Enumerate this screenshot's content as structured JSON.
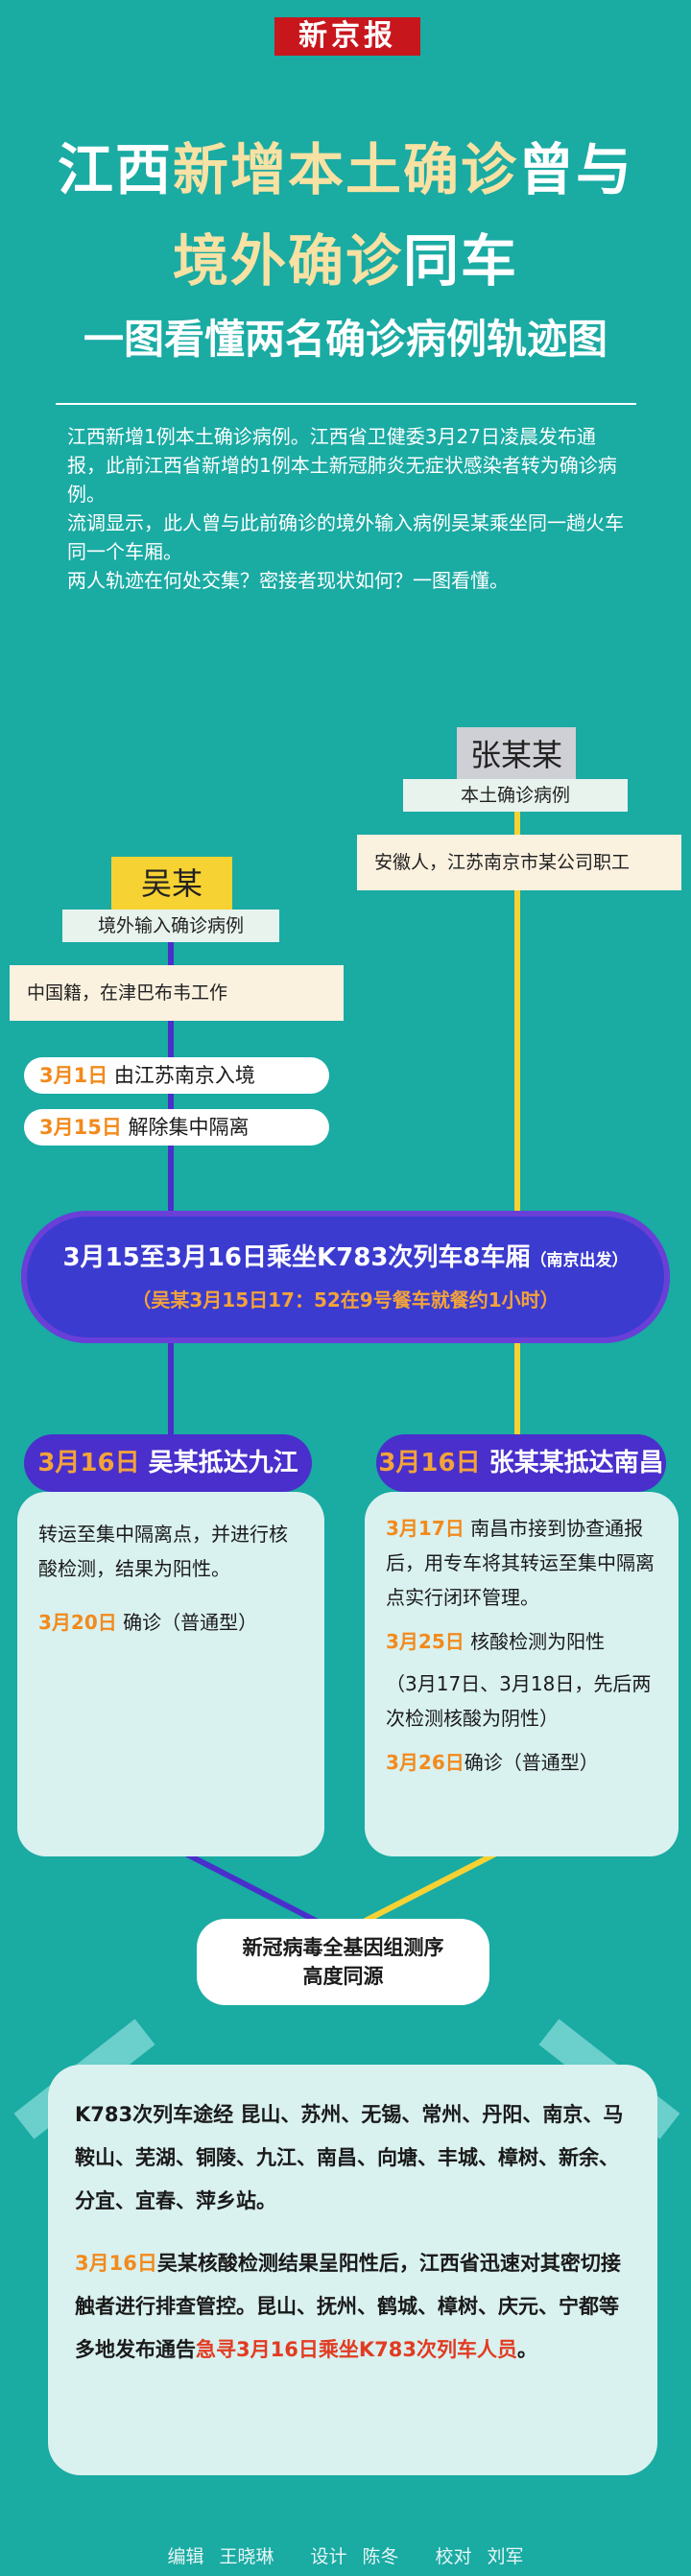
{
  "logo": "新京报",
  "title": {
    "line1_a": "江西",
    "line1_b": "新增本土确诊",
    "line1_c": "曾与",
    "line2_a": "境外确诊",
    "line2_b": "同车",
    "line3": "一图看懂两名确诊病例轨迹图"
  },
  "intro": [
    "江西新增1例本土确诊病例。江西省卫健委3月27日凌晨发布通报，此前江西省新增的1例本土新冠肺炎无症状感染者转为确诊病例。",
    "流调显示，此人曾与此前确诊的境外输入病例吴某乘坐同一趟火车同一个车厢。",
    "两人轨迹在何处交集？密接者现状如何？一图看懂。"
  ],
  "zhang": {
    "name": "张某某",
    "tag": "本土确诊病例",
    "info": "安徽人，江苏南京市某公司职工"
  },
  "wu": {
    "name": "吴某",
    "tag": "境外输入确诊病例",
    "info": "中国籍，在津巴布韦工作"
  },
  "wu_events": [
    {
      "date": "3月1日",
      "text": "由江苏南京入境"
    },
    {
      "date": "3月15日",
      "text": "解除集中隔离"
    }
  ],
  "train": {
    "main": "3月15至3月16日乘坐K783次列车8车厢",
    "sub": "（南京出发）",
    "note": "（吴某3月15日17：52在9号餐车就餐约1小时）"
  },
  "wu_arrive": {
    "date": "3月16日",
    "title": "吴某抵达九江",
    "text1": "转运至集中隔离点，并进行核酸检测，结果为阳性。",
    "date2": "3月20日",
    "text2": "确诊（普通型）"
  },
  "zhang_arrive": {
    "date": "3月16日",
    "title": "张某某抵达南昌",
    "d1": "3月17日",
    "t1": "南昌市接到协查通报后，用专车将其转运至集中隔离点实行闭环管理。",
    "d2": "3月25日",
    "t2": "核酸检测为阳性",
    "t3": "（3月17日、3月18日，先后两次检测核酸为阴性）",
    "d4": "3月26日",
    "t4": "确诊（普通型）"
  },
  "merge": {
    "line1": "新冠病毒全基因组测序",
    "line2": "高度同源"
  },
  "bottom": {
    "p1": "K783次列车途经 昆山、苏州、无锡、常州、丹阳、南京、马鞍山、芜湖、铜陵、九江、南昌、向塘、丰城、樟树、新余、分宜、宜春、萍乡站。",
    "p2_date": "3月16日",
    "p2_text": "吴某核酸检测结果呈阳性后，江西省迅速对其密切接触者进行排查管控。昆山、抚州、鹤城、樟树、庆元、宁都等多地发布通告",
    "p2_red": "急寻3月16日乘坐K783次列车人员",
    "p2_end": "。"
  },
  "credits": "编辑 王晓琳　　设计 陈冬　　校对 刘军",
  "colors": {
    "bg": "#1aaba3",
    "purple": "#4a2fcc",
    "yellow": "#f7d233",
    "orange": "#f28a1c",
    "red": "#e23b22"
  }
}
